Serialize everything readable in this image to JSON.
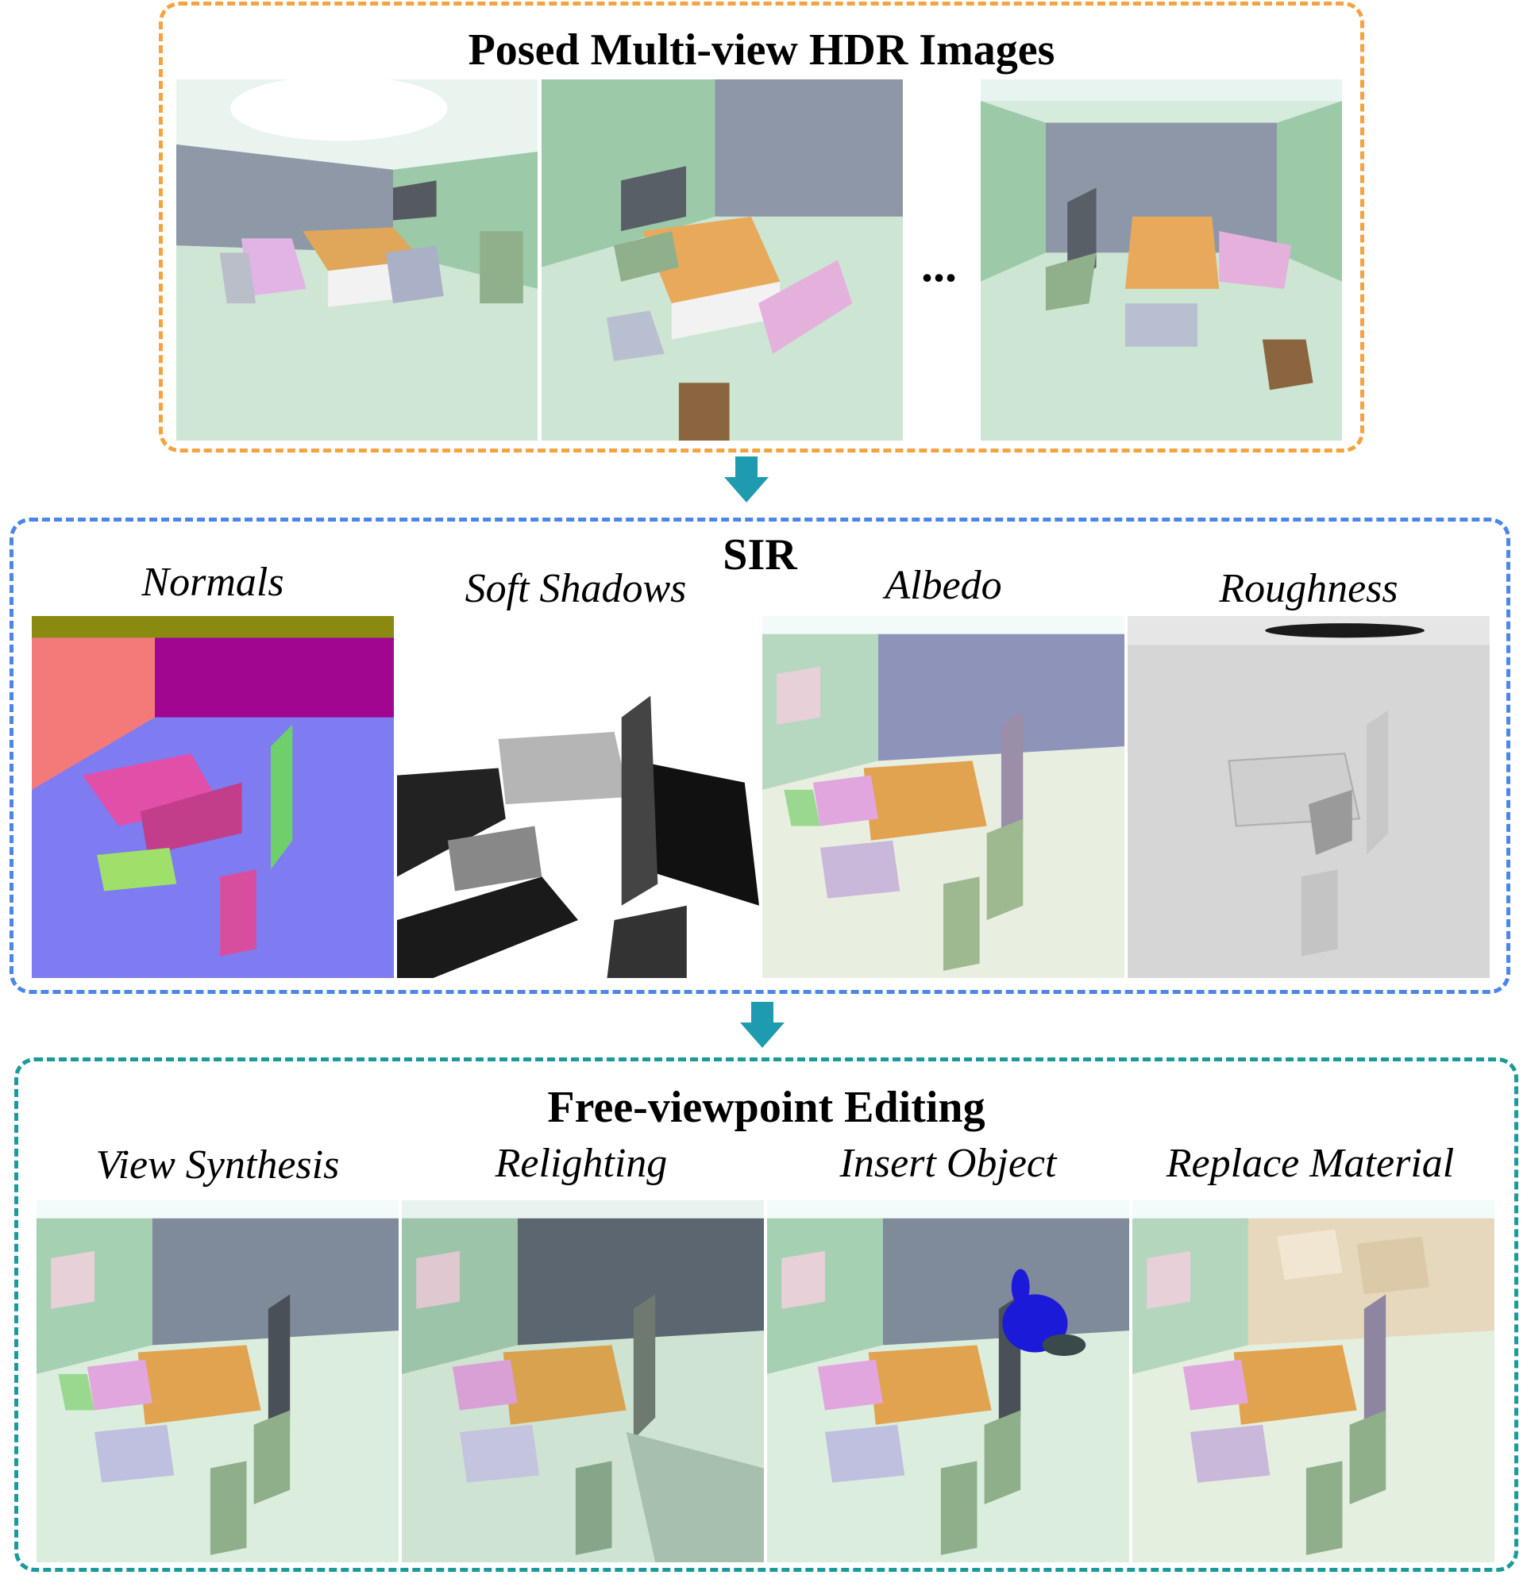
{
  "stage1": {
    "title": "Posed Multi-view HDR Images",
    "ellipsis": "..."
  },
  "stage2": {
    "title": "SIR",
    "labels": [
      "Normals",
      "Soft Shadows",
      "Albedo",
      "Roughness"
    ]
  },
  "stage3": {
    "title": "Free-viewpoint Editing",
    "labels": [
      "View Synthesis",
      "Relighting",
      "Insert Object",
      "Replace Material"
    ]
  },
  "colors": {
    "stage1_border": "#f4a340",
    "stage2_border": "#4b86e8",
    "stage3_border": "#1a9a9a",
    "arrow": "#1f9bb0"
  }
}
